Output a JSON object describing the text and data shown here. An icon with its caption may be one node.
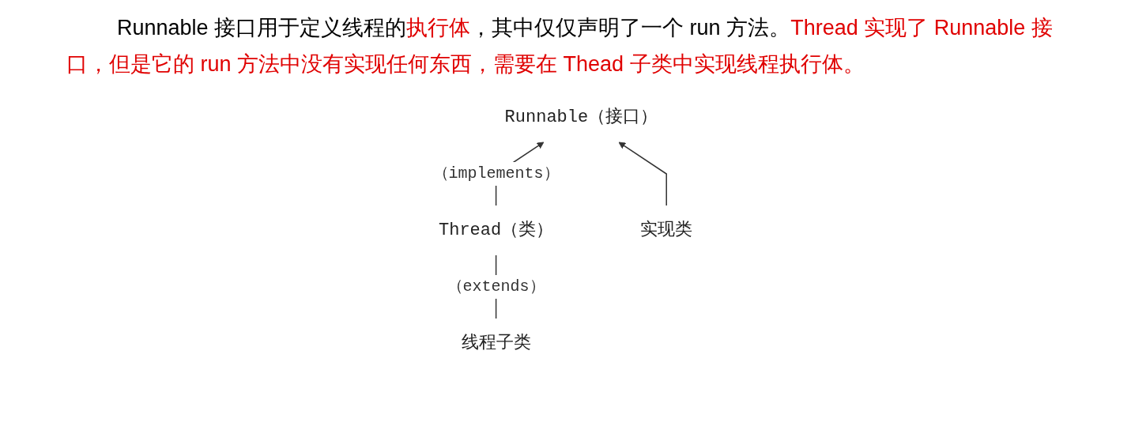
{
  "diagram": {
    "nodes": [
      {
        "text": [
          "Runnable（接口）"
        ]
      },
      {
        "text": [
          "Thread（类）"
        ]
      },
      {
        "text": [
          "实现类"
        ]
      },
      {
        "text": [
          "线程子类"
        ]
      }
    ],
    "edges": [
      {
        "from": 1,
        "to": 0,
        "arrow": "to",
        "label": "（implements）"
      },
      {
        "from": 2,
        "to": 0,
        "arrow": "to"
      },
      {
        "from": 3,
        "to": 1,
        "arrow": "none",
        "label": "（extends）"
      }
    ],
    "labels": [
      "Runnable 接口用于定义线程的",
      "执行体",
      "，其中仅仅声明了一个 run 方法。",
      "Thread 实现了 Runnable 接口，但是它的 run 方法中没有实现任何东西，需要在 Thead 子类中实现线程执行体。"
    ]
  }
}
